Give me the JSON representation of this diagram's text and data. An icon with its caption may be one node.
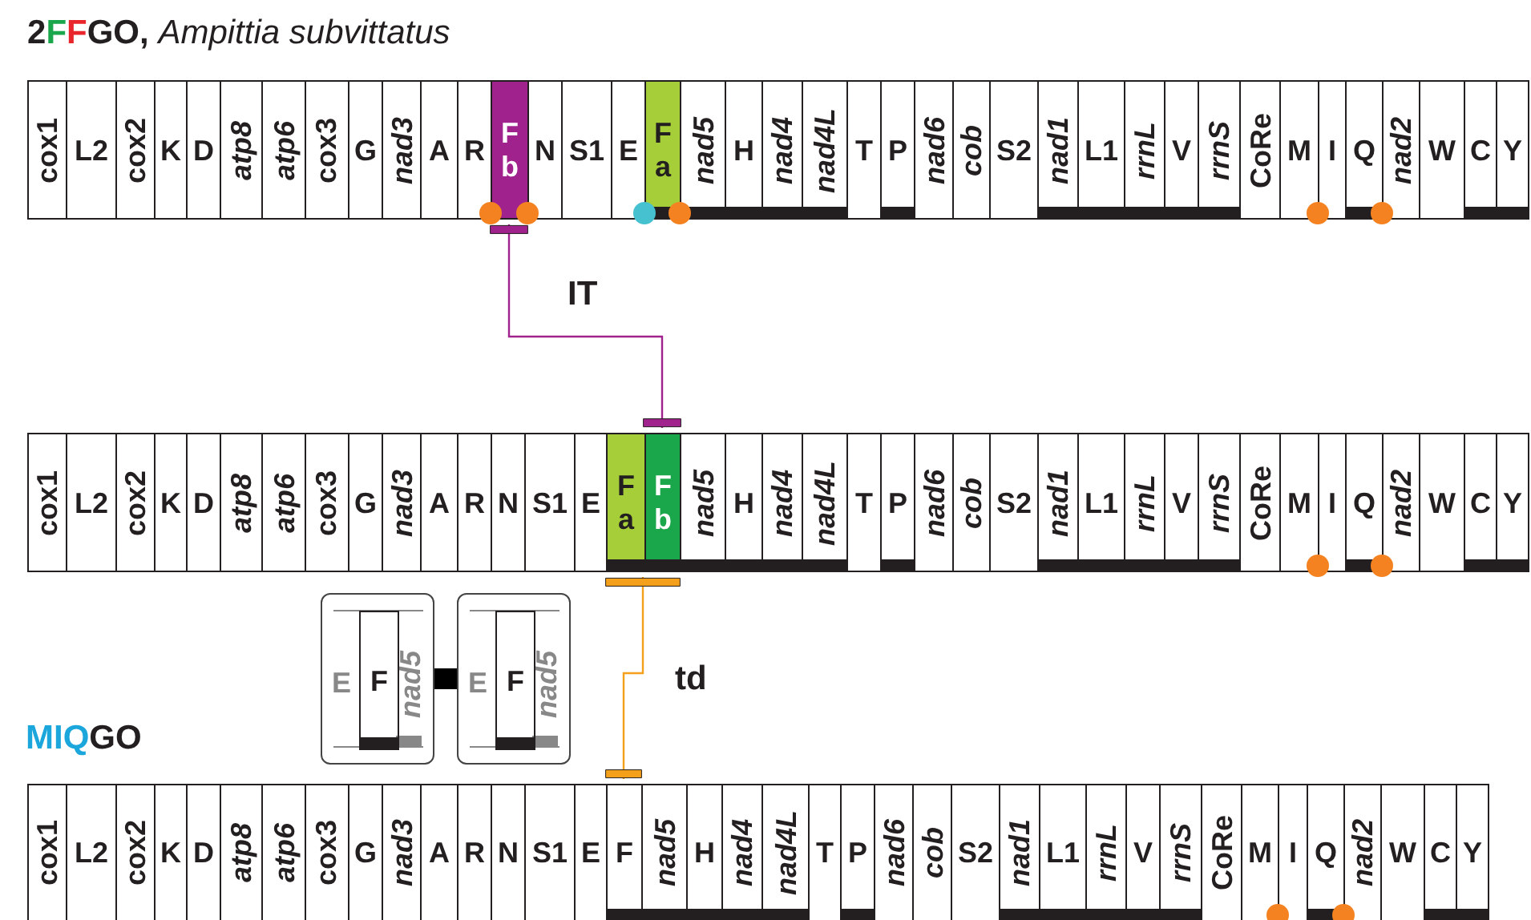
{
  "diagram": {
    "title": "**2FFGO,** *Ampittia subvittatus*",
    "nodes": [
      {
        "text": [
          "cox1"
        ]
      },
      {
        "text": [
          "L2"
        ]
      },
      {
        "text": [
          "cox2"
        ]
      },
      {
        "text": [
          "K"
        ]
      },
      {
        "text": [
          "D"
        ]
      },
      {
        "text": [
          "atp8"
        ]
      },
      {
        "text": [
          "atp6"
        ]
      },
      {
        "text": [
          "cox3"
        ]
      },
      {
        "text": [
          "G"
        ]
      },
      {
        "text": [
          "nad3"
        ]
      },
      {
        "text": [
          "A"
        ]
      },
      {
        "text": [
          "R"
        ]
      },
      {
        "text": [
          "F",
          "b"
        ]
      },
      {
        "text": [
          "N"
        ]
      },
      {
        "text": [
          "S1"
        ]
      },
      {
        "text": [
          "E"
        ]
      },
      {
        "text": [
          "F",
          "a"
        ]
      },
      {
        "text": [
          "nad5"
        ]
      },
      {
        "text": [
          "H"
        ]
      },
      {
        "text": [
          "nad4"
        ]
      },
      {
        "text": [
          "nad4L"
        ]
      },
      {
        "text": [
          "T"
        ]
      },
      {
        "text": [
          "P"
        ]
      },
      {
        "text": [
          "nad6"
        ]
      },
      {
        "text": [
          "cob"
        ]
      },
      {
        "text": [
          "S2"
        ]
      },
      {
        "text": [
          "nad1"
        ]
      },
      {
        "text": [
          "L1"
        ]
      },
      {
        "text": [
          "rrnL"
        ]
      },
      {
        "text": [
          "V"
        ]
      },
      {
        "text": [
          "rrnS"
        ]
      },
      {
        "text": [
          "CoRe"
        ]
      },
      {
        "text": [
          "M"
        ]
      },
      {
        "text": [
          "I"
        ]
      },
      {
        "text": [
          "Q"
        ]
      },
      {
        "text": [
          "nad2"
        ]
      },
      {
        "text": [
          "W"
        ]
      },
      {
        "text": [
          "C"
        ]
      },
      {
        "text": [
          "Y"
        ]
      },
      {
        "text": [
          "cox1"
        ]
      },
      {
        "text": [
          "L2"
        ]
      },
      {
        "text": [
          "cox2"
        ]
      },
      {
        "text": [
          "K"
        ]
      },
      {
        "text": [
          "D"
        ]
      },
      {
        "text": [
          "atp8"
        ]
      },
      {
        "text": [
          "atp6"
        ]
      },
      {
        "text": [
          "cox3"
        ]
      },
      {
        "text": [
          "G"
        ]
      },
      {
        "text": [
          "nad3"
        ]
      },
      {
        "text": [
          "A"
        ]
      },
      {
        "text": [
          "R"
        ]
      },
      {
        "text": [
          "N"
        ]
      },
      {
        "text": [
          "S1"
        ]
      },
      {
        "text": [
          "E"
        ]
      },
      {
        "text": [
          "F",
          "a"
        ]
      },
      {
        "text": [
          "F",
          "b"
        ]
      },
      {
        "text": [
          "nad5"
        ]
      },
      {
        "text": [
          "H"
        ]
      },
      {
        "text": [
          "nad4"
        ]
      },
      {
        "text": [
          "nad4L"
        ]
      },
      {
        "text": [
          "T"
        ]
      },
      {
        "text": [
          "P"
        ]
      },
      {
        "text": [
          "nad6"
        ]
      },
      {
        "text": [
          "cob"
        ]
      },
      {
        "text": [
          "S2"
        ]
      },
      {
        "text": [
          "nad1"
        ]
      },
      {
        "text": [
          "L1"
        ]
      },
      {
        "text": [
          "rrnL"
        ]
      },
      {
        "text": [
          "V"
        ]
      },
      {
        "text": [
          "rrnS"
        ]
      },
      {
        "text": [
          "CoRe"
        ]
      },
      {
        "text": [
          "M"
        ]
      },
      {
        "text": [
          "I"
        ]
      },
      {
        "text": [
          "Q"
        ]
      },
      {
        "text": [
          "nad2"
        ]
      },
      {
        "text": [
          "W"
        ]
      },
      {
        "text": [
          "C"
        ]
      },
      {
        "text": [
          "Y"
        ]
      },
      {
        "text": [
          "E",
          "F",
          "nad5"
        ]
      },
      {
        "text": [
          "E",
          "F",
          "nad5"
        ]
      },
      {
        "text": [
          "cox1"
        ]
      },
      {
        "text": [
          "L2"
        ]
      },
      {
        "text": [
          "cox2"
        ]
      },
      {
        "text": [
          "K"
        ]
      },
      {
        "text": [
          "D"
        ]
      },
      {
        "text": [
          "atp8"
        ]
      },
      {
        "text": [
          "atp6"
        ]
      },
      {
        "text": [
          "cox3"
        ]
      },
      {
        "text": [
          "G"
        ]
      },
      {
        "text": [
          "nad3"
        ]
      },
      {
        "text": [
          "A"
        ]
      },
      {
        "text": [
          "R"
        ]
      },
      {
        "text": [
          "N"
        ]
      },
      {
        "text": [
          "S1"
        ]
      },
      {
        "text": [
          "E"
        ]
      },
      {
        "text": [
          "F"
        ]
      },
      {
        "text": [
          "nad5"
        ]
      },
      {
        "text": [
          "H"
        ]
      },
      {
        "text": [
          "nad4"
        ]
      },
      {
        "text": [
          "nad4L"
        ]
      },
      {
        "text": [
          "T"
        ]
      },
      {
        "text": [
          "P"
        ]
      },
      {
        "text": [
          "nad6"
        ]
      },
      {
        "text": [
          "cob"
        ]
      },
      {
        "text": [
          "S2"
        ]
      },
      {
        "text": [
          "nad1"
        ]
      },
      {
        "text": [
          "L1"
        ]
      },
      {
        "text": [
          "rrnL"
        ]
      },
      {
        "text": [
          "V"
        ]
      },
      {
        "text": [
          "rrnS"
        ]
      },
      {
        "text": [
          "CoRe"
        ]
      },
      {
        "text": [
          "M"
        ]
      },
      {
        "text": [
          "I"
        ]
      },
      {
        "text": [
          "Q"
        ]
      },
      {
        "text": [
          "nad2"
        ]
      },
      {
        "text": [
          "W"
        ]
      },
      {
        "text": [
          "C"
        ]
      },
      {
        "text": [
          "Y"
        ]
      }
    ],
    "edges": [
      {
        "from": 12,
        "to": 55,
        "arrow": "other",
        "label": "IT",
        "color": "#a0228d"
      },
      {
        "from": 54,
        "to": 95,
        "arrow": "other",
        "label": "td",
        "color": "#f5a01a"
      },
      {
        "from": 78,
        "to": 79,
        "arrow": "none",
        "style": "thick",
        "color": "#000000"
      }
    ],
    "labels": [
      "MIQGO"
    ]
  }
}
